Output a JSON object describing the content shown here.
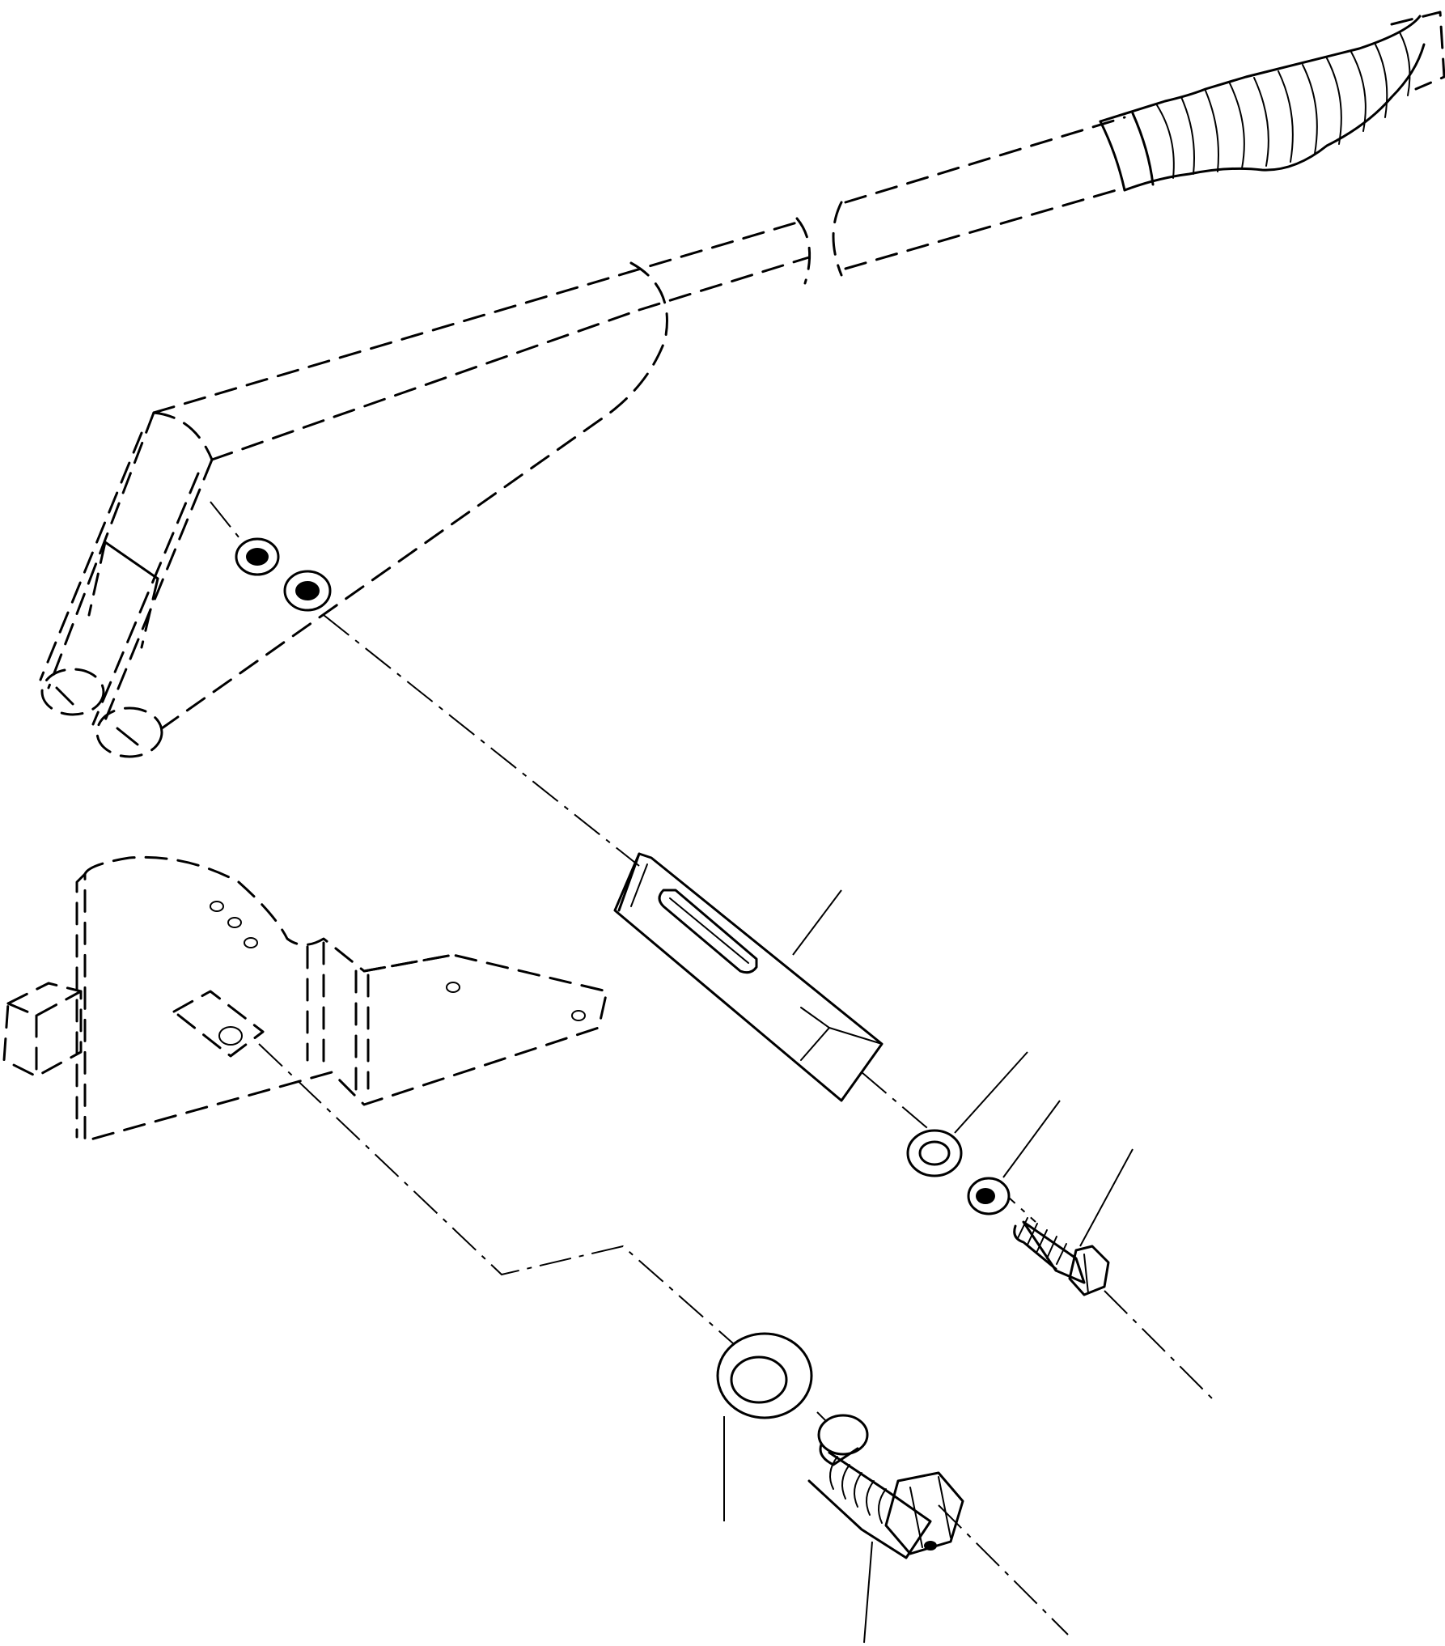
{
  "diagram": {
    "kind": "exploded-parts-view",
    "components": [
      "parking-brake-lever",
      "lever-grip",
      "nut-upper",
      "nut-lower",
      "switch-actuator-bracket",
      "flat-washer",
      "lock-washer",
      "hex-bolt",
      "mounting-bracket",
      "spacer-ring",
      "brake-warning-switch"
    ]
  }
}
